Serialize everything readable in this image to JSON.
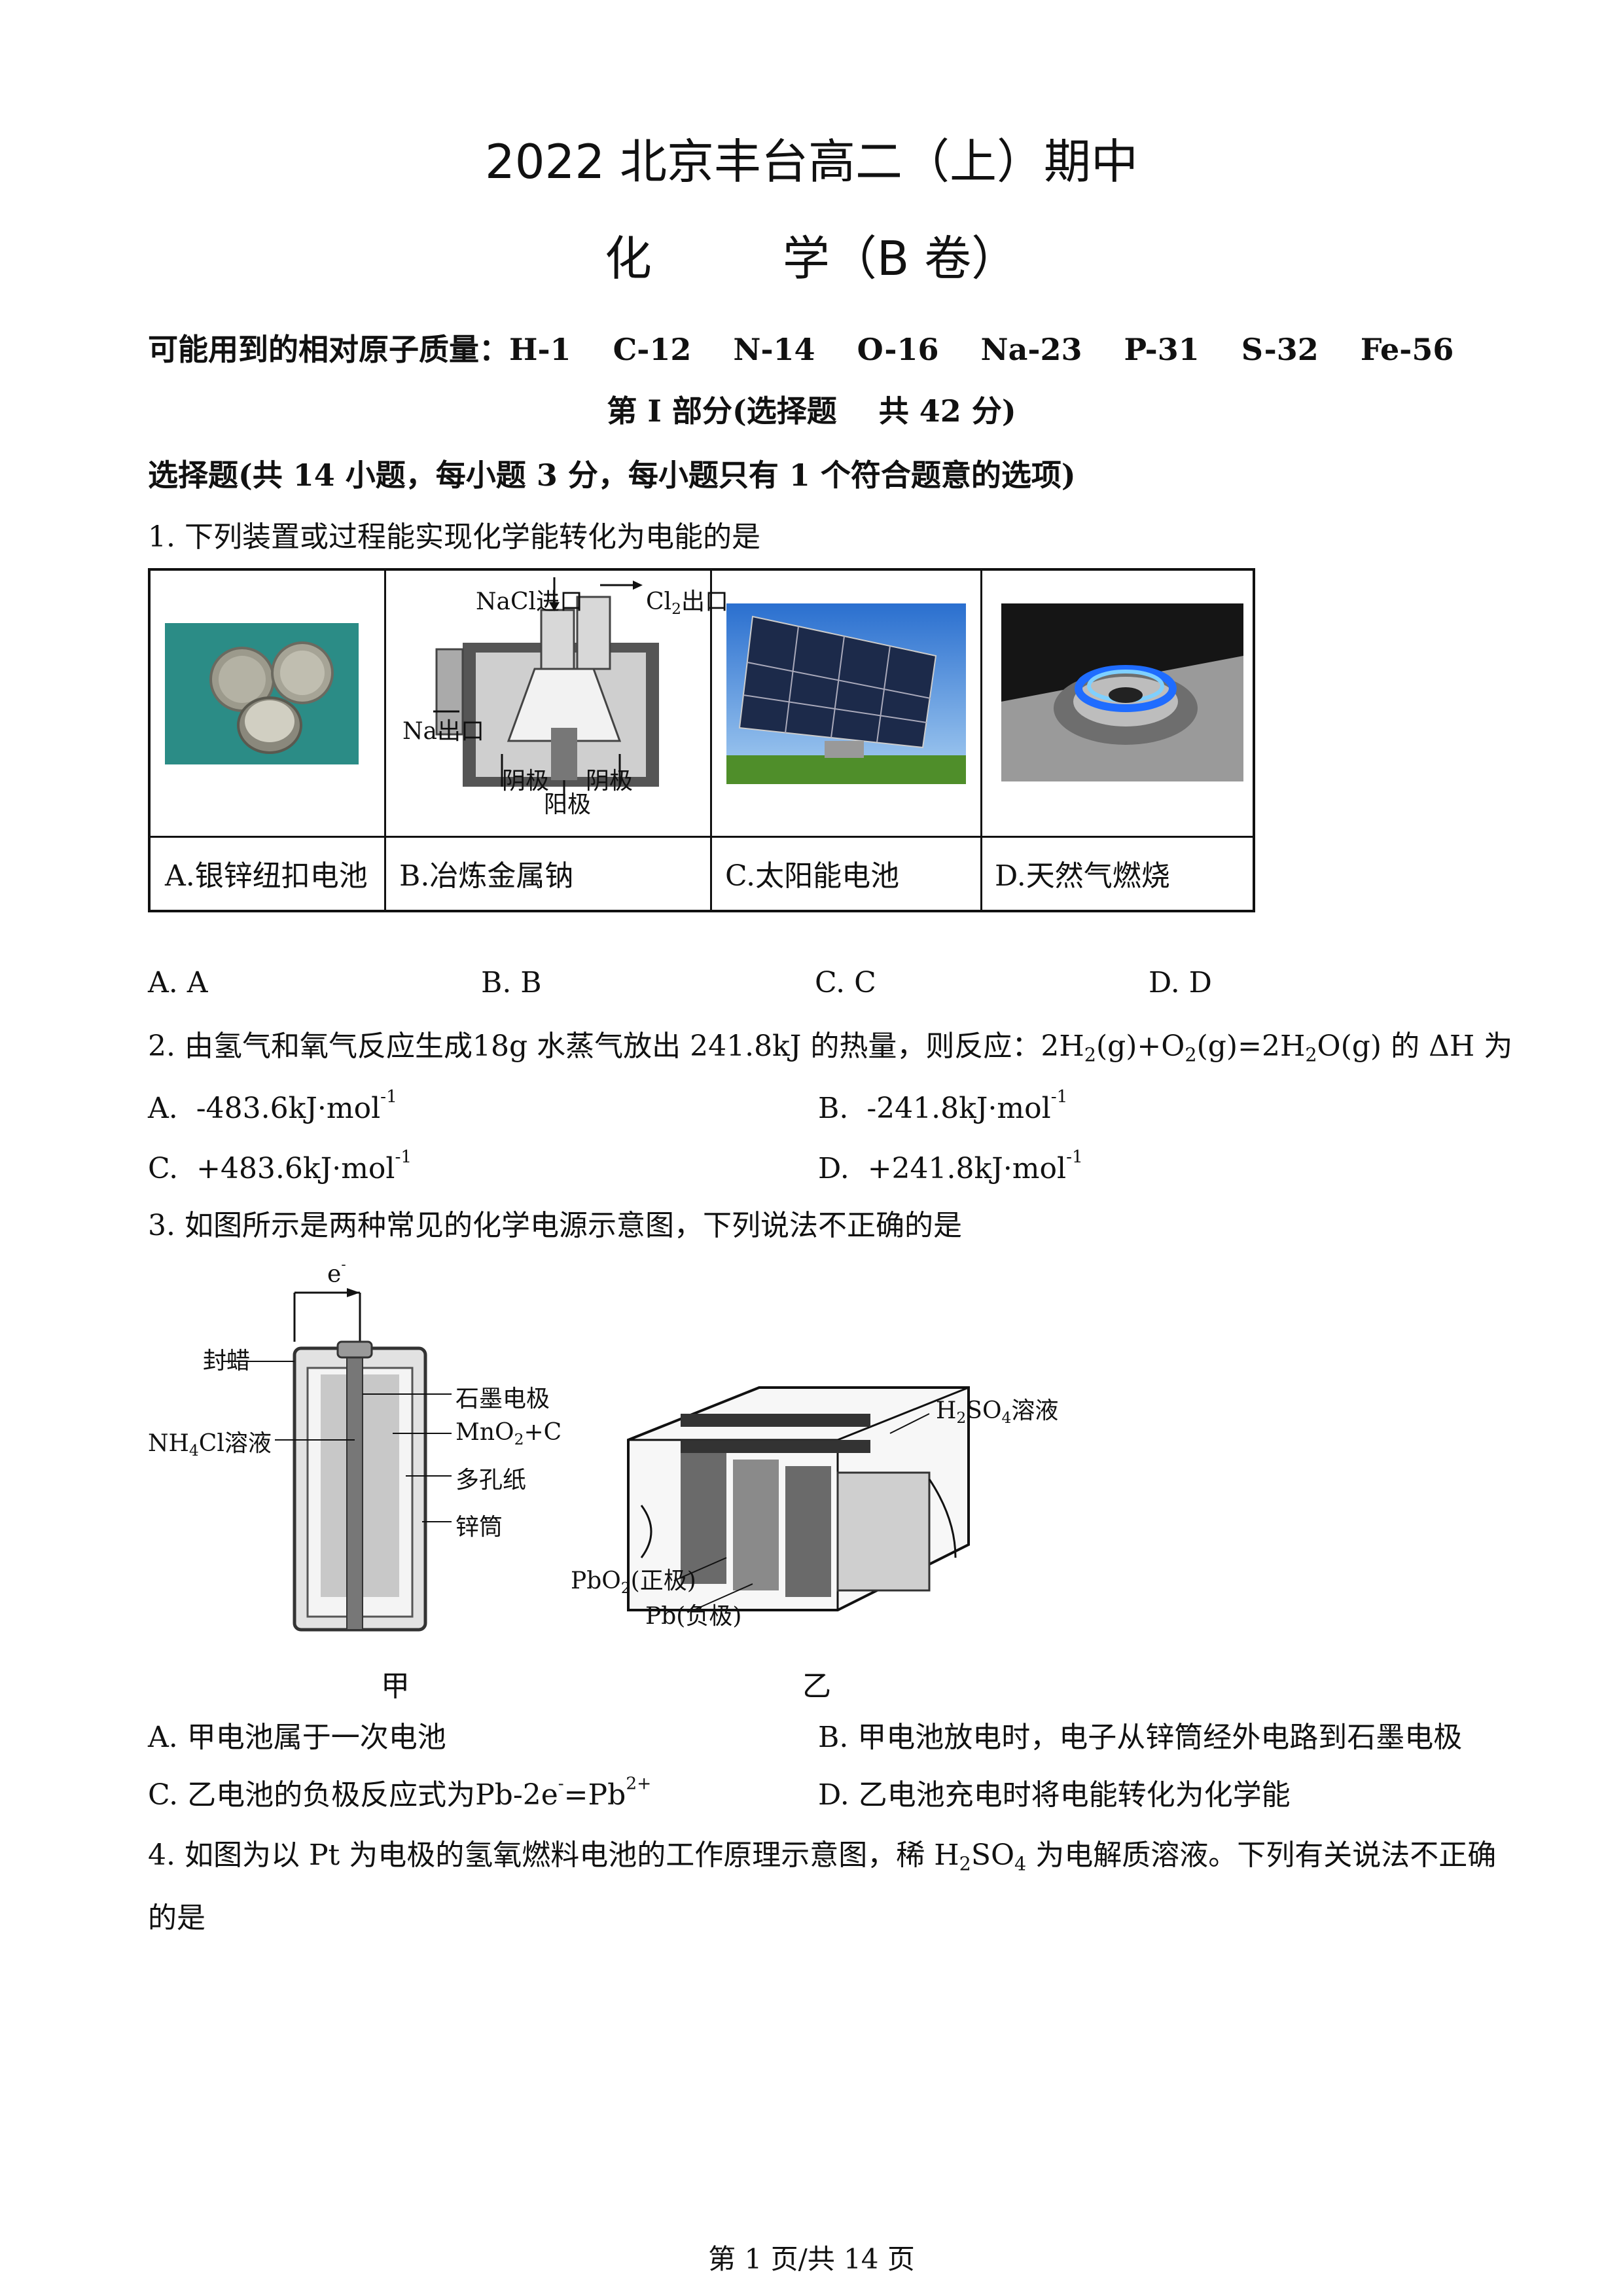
{
  "header": {
    "title": "2022 北京丰台高二（上）期中",
    "subject_left": "化",
    "subject_right": "学（B 卷）"
  },
  "atomic_masses": "可能用到的相对原子质量：H-1    C-12    N-14    O-16    Na-23    P-31    S-32    Fe-56",
  "part1_title": "第 I 部分(选择题    共 42 分)",
  "section_heading": "选择题(共 14 小题，每小题 3 分，每小题只有 1 个符合题意的选项)",
  "q1": {
    "stem": "1. 下列装置或过程能实现化学能转化为电能的是",
    "cells": [
      {
        "label": "A.银锌纽扣电池"
      },
      {
        "label": "B.冶炼金属钠"
      },
      {
        "label": "C.太阳能电池"
      },
      {
        "label": "D.天然气燃烧"
      }
    ],
    "diagram_b": {
      "nacl_in": "NaCl进口",
      "cl2_out_prefix": "Cl",
      "cl2_out_sub": "2",
      "cl2_out_suffix": "出口",
      "na_out": "Na出口",
      "cathode1": "阴极",
      "cathode2": "阴极",
      "anode": "阳极"
    },
    "options": [
      "A. A",
      "B. B",
      "C. C",
      "D. D"
    ]
  },
  "q2": {
    "stem_prefix": "2. 由氢气和氧气反应生成",
    "stem_mass": "18g",
    "stem_mid": " 水蒸气放出 241.8kJ 的热量，则反应：",
    "eq": {
      "p1": "2H",
      "s1": "2",
      "p2": "(g)+O",
      "s2": "2",
      "p3": "(g)=2H",
      "s3": "2",
      "p4": "O(g)"
    },
    "stem_suffix_a": " 的 ",
    "stem_dh": "ΔH",
    "stem_suffix_b": " 为",
    "options": [
      {
        "letter": "A.",
        "value": "-483.6kJ·mol",
        "sup": "-1"
      },
      {
        "letter": "B.",
        "value": "-241.8kJ·mol",
        "sup": "-1"
      },
      {
        "letter": "C.",
        "value": "+483.6kJ·mol",
        "sup": "-1"
      },
      {
        "letter": "D.",
        "value": "+241.8kJ·mol",
        "sup": "-1"
      }
    ]
  },
  "q3": {
    "stem": "3. 如图所示是两种常见的化学电源示意图，下列说法不正确的是",
    "fig_jia": {
      "electron": "e",
      "electron_sup": "-",
      "wax": "封蜡",
      "nh4cl_p": "NH",
      "nh4cl_s": "4",
      "nh4cl_t": "Cl溶液",
      "graphite": "石墨电极",
      "mno2_p": "MnO",
      "mno2_s": "2",
      "mno2_t": "+C",
      "paper": "多孔纸",
      "zinc": "锌筒",
      "caption": "甲"
    },
    "fig_yi": {
      "h2so4_p": "H",
      "h2so4_s1": "2",
      "h2so4_m": "SO",
      "h2so4_s2": "4",
      "h2so4_t": "溶液",
      "pbo2_p": "PbO",
      "pbo2_s": "2",
      "pbo2_t": "(正极)",
      "pb": "Pb(负极)",
      "caption": "乙"
    },
    "options": {
      "a": "A.  甲电池属于一次电池",
      "b": "B.  甲电池放电时，电子从锌筒经外电路到石墨电极",
      "c_prefix": "C.  乙电池的负极反应式为",
      "c_f1": "Pb-2e",
      "c_f1_sup": "-",
      "c_f2": "=Pb",
      "c_f2_sup": "2+",
      "d": "D.  乙电池充电时将电能转化为化学能"
    }
  },
  "q4": {
    "line1_prefix": "4. 如图为以 ",
    "line1_pt": "Pt",
    "line1_mid": " 为电极的氢氧燃料电池的工作原理示意图，稀 ",
    "h2so4_p": "H",
    "h2so4_s1": "2",
    "h2so4_m": "SO",
    "h2so4_s2": "4",
    "line1_suffix": " 为电解质溶液。下列有关说法不正确",
    "line2": "的是"
  },
  "footer": "第 1 页/共 14 页"
}
